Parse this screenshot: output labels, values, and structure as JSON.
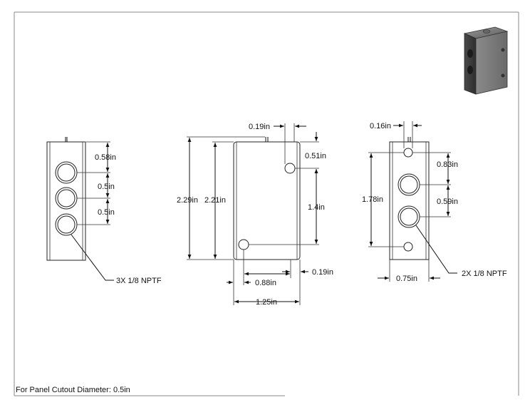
{
  "left_view": {
    "dims": [
      "0.58in",
      "0.5in",
      "0.5in"
    ],
    "callout": "3X 1/8 NPTF"
  },
  "front_view": {
    "dims": {
      "top_hole_offset": "0.19in",
      "top_hole_drop": "0.51in",
      "overall_height": "2.29in",
      "body_height": "2.21in",
      "hole_spacing": "1.4in",
      "bottom_hole_x": "0.88in",
      "side_offset": "0.19in",
      "width": "1.25in"
    }
  },
  "right_view": {
    "dims": {
      "top_offset": "0.16in",
      "spacing_a": "0.83in",
      "spacing_b": "0.59in",
      "height": "1.78in",
      "width": "0.75in"
    },
    "callout": "2X 1/8 NPTF"
  },
  "note": "For Panel Cutout Diameter: 0.5in",
  "thumbnail_icon": "isometric-manifold-block-icon"
}
